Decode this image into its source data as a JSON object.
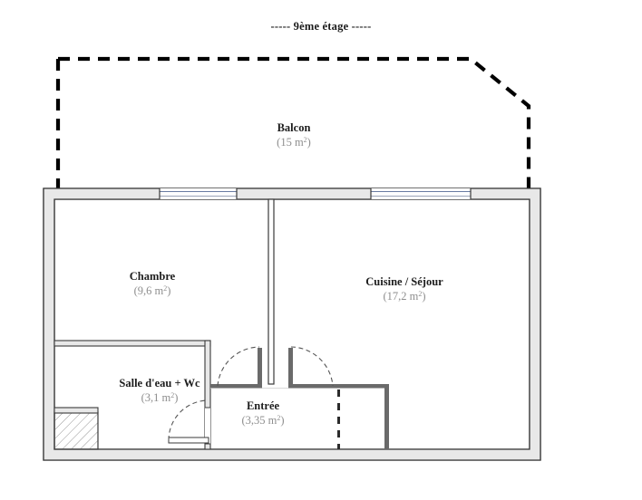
{
  "plan": {
    "title": "----- 9ème étage -----",
    "floor_label": "9ème étage",
    "colors": {
      "wall_fill": "#e8e8e8",
      "wall_stroke": "#3a3a3a",
      "balcony_dash": "#000000",
      "window_line": "#6a7ba2",
      "area_text": "#8e8e8e",
      "name_text": "#1d1d1d",
      "background": "#ffffff"
    },
    "rooms": [
      {
        "id": "balcon",
        "name": "Balcon",
        "area": "(15 m",
        "area_full": "(15 m²)",
        "area_value": 15,
        "unit": "m²"
      },
      {
        "id": "chambre",
        "name": "Chambre",
        "area": "(9,6 m",
        "area_full": "(9,6 m²)",
        "area_value": 9.6,
        "unit": "m²"
      },
      {
        "id": "cuisine-sejour",
        "name": "Cuisine / Séjour",
        "area": "(17,2 m",
        "area_full": "(17,2 m²)",
        "area_value": 17.2,
        "unit": "m²"
      },
      {
        "id": "salle-eau-wc",
        "name": "Salle d'eau + Wc",
        "area": "(3,1 m",
        "area_full": "(3,1 m²)",
        "area_value": 3.1,
        "unit": "m²"
      },
      {
        "id": "entree",
        "name": "Entrée",
        "area": "(3,35 m",
        "area_full": "(3,35 m²)",
        "area_value": 3.35,
        "unit": "m²"
      }
    ],
    "superscript": "2",
    "area_close": ")"
  }
}
